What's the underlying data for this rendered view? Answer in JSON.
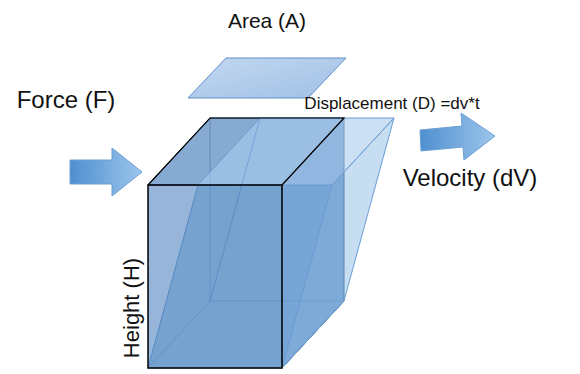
{
  "diagram": {
    "labels": [
      "Area (A)",
      "Force (F)",
      "Displacement (D) =dv*t",
      "Velocity (dV)",
      "Height (H)"
    ]
  }
}
